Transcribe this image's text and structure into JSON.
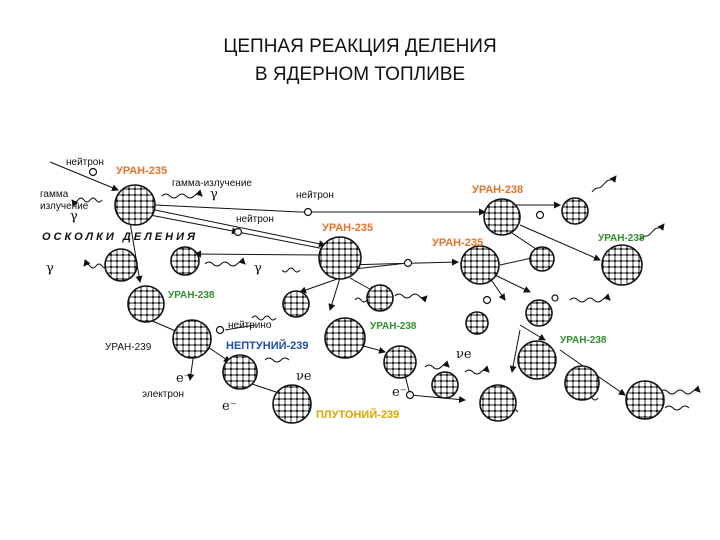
{
  "title": {
    "line1": "ЦЕПНАЯ РЕАКЦИЯ ДЕЛЕНИЯ",
    "line2": "В ЯДЕРНОМ ТОПЛИВЕ"
  },
  "labels": {
    "neutron1": "нейтрон",
    "uranium235_orange": "УРАН-235",
    "gamma_radiation": "гамма-излучение",
    "gamma_left": "гамма",
    "radiation_left": "излучение",
    "neutron2": "нейтрон",
    "neutron3": "нейтрон",
    "fission_fragments": "ОСКОЛКИ ДЕЛЕНИЯ",
    "uranium235_a": "УРАН-235",
    "uranium235_b": "УРАН-235",
    "uranium238_top": "УРАН-238",
    "uranium238_right": "УРАН-238",
    "uranium238_left": "УРАН-238",
    "uranium239": "УРАН-239",
    "neutrino": "нейтрино",
    "neptunium239": "НЕПТУНИЙ-239",
    "uranium238_mid": "УРАН-238",
    "uranium238_low": "УРАН-238",
    "electron": "электрон",
    "plutonium239": "ПЛУТОНИЙ-239",
    "gamma_sym": "γ",
    "electron_sym": "e⁻",
    "neutrino_sym": "νe"
  },
  "colors": {
    "orange": "#e3742a",
    "green": "#2f8f2f",
    "blue": "#1f4fa8",
    "yellow": "#d9a400"
  }
}
